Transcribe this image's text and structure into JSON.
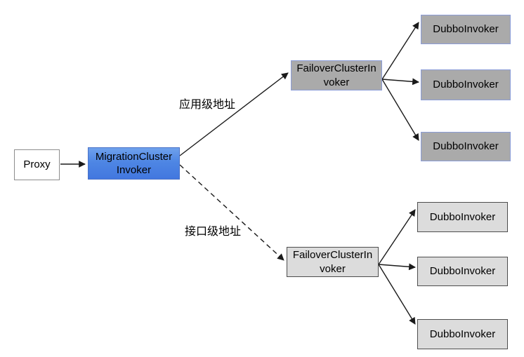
{
  "diagram": {
    "nodes": {
      "proxy": {
        "label": "Proxy"
      },
      "migration": {
        "line1": "MigrationCluster",
        "line2": "Invoker"
      },
      "failover_app": {
        "line1": "FailoverClusterIn",
        "line2": "voker"
      },
      "failover_interface": {
        "line1": "FailoverClusterIn",
        "line2": "voker"
      },
      "dubbo_app": [
        "DubboInvoker",
        "DubboInvoker",
        "DubboInvoker"
      ],
      "dubbo_interface": [
        "DubboInvoker",
        "DubboInvoker",
        "DubboInvoker"
      ]
    },
    "edge_labels": {
      "application_level": "应用级地址",
      "interface_level": "接口级地址"
    },
    "colors": {
      "migration_fill_top": "#6FA1EC",
      "migration_fill_bottom": "#4277DF",
      "migration_border": "#4A72C8",
      "app_node_fill": "#AAAAAA",
      "app_node_border": "#8B9DD8",
      "interface_node_fill": "#DCDCDC",
      "interface_node_border": "#4D4D4D",
      "proxy_fill": "#FFFFFF",
      "proxy_border": "#8D8D8D",
      "line_color": "#1A1A1A",
      "text_color": "#000000",
      "background": "#FFFFFF"
    }
  }
}
